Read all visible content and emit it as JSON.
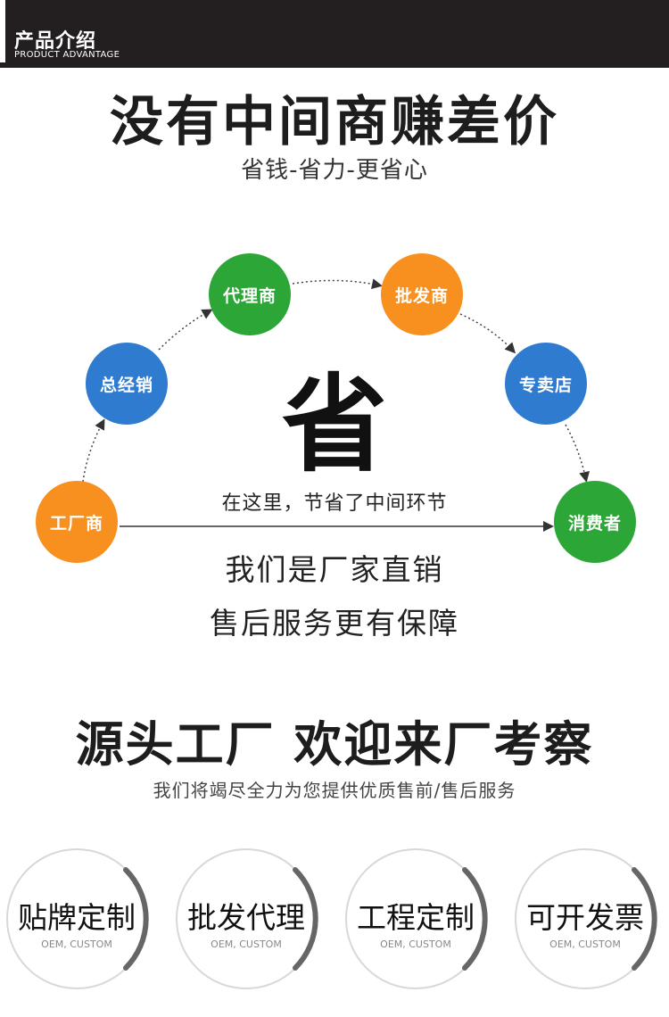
{
  "header": {
    "title": "产品介绍",
    "subtitle": "PRODUCT ADVANTAGE"
  },
  "intro": {
    "headline": "没有中间商赚差价",
    "subheadline": "省钱-省力-更省心"
  },
  "flow": {
    "nodes": {
      "factory": "工厂商",
      "general_distributor": "总经销",
      "agent": "代理商",
      "wholesaler": "批发商",
      "store": "专卖店",
      "consumer": "消费者"
    },
    "center_char": "省",
    "caption": "在这里，节省了中间环节"
  },
  "benefits": {
    "line1": "我们是厂家直销",
    "line2": "售后服务更有保障"
  },
  "factory_section": {
    "headline": "源头工厂 欢迎来厂考察",
    "subheadline": "我们将竭尽全力为您提供优质售前/售后服务"
  },
  "services": [
    {
      "label": "贴牌定制",
      "sub": "OEM, CUSTOM"
    },
    {
      "label": "批发代理",
      "sub": "OEM, CUSTOM"
    },
    {
      "label": "工程定制",
      "sub": "OEM, CUSTOM"
    },
    {
      "label": "可开发票",
      "sub": "OEM, CUSTOM"
    }
  ],
  "colors": {
    "header_bg": "#231f20",
    "orange": "#f7901e",
    "blue": "#2f7bd0",
    "green": "#2da638"
  }
}
